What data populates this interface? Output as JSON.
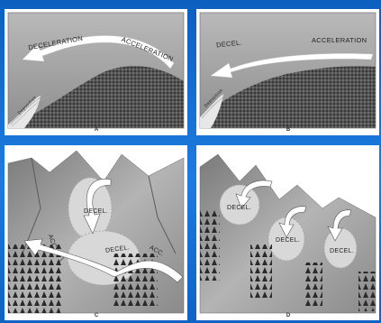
{
  "panels": {
    "a": {
      "caption": "A",
      "deceleration": "DECELERATION",
      "acceleration": "ACCELERATION",
      "deposition": "Deposition"
    },
    "b": {
      "caption": "B",
      "decel": "DECEL.",
      "acceleration": "ACCELERATION",
      "deposition": "Deposition"
    },
    "c": {
      "caption": "C",
      "decel_top": "DECEL.",
      "decel_bottom": "DECEL.",
      "acc_left": "ACC.",
      "acc_right": "ACC."
    },
    "d": {
      "caption": "D",
      "decel_1": "DECEL.",
      "decel_2": "DECEL.",
      "decel_3": "DECEL."
    }
  },
  "colors": {
    "slide_bg": "#1e7be0",
    "panel_bg": "#ffffff",
    "sky": "#9a9a9a",
    "arrow_fill": "#ffffff",
    "label_text": "#222222"
  }
}
